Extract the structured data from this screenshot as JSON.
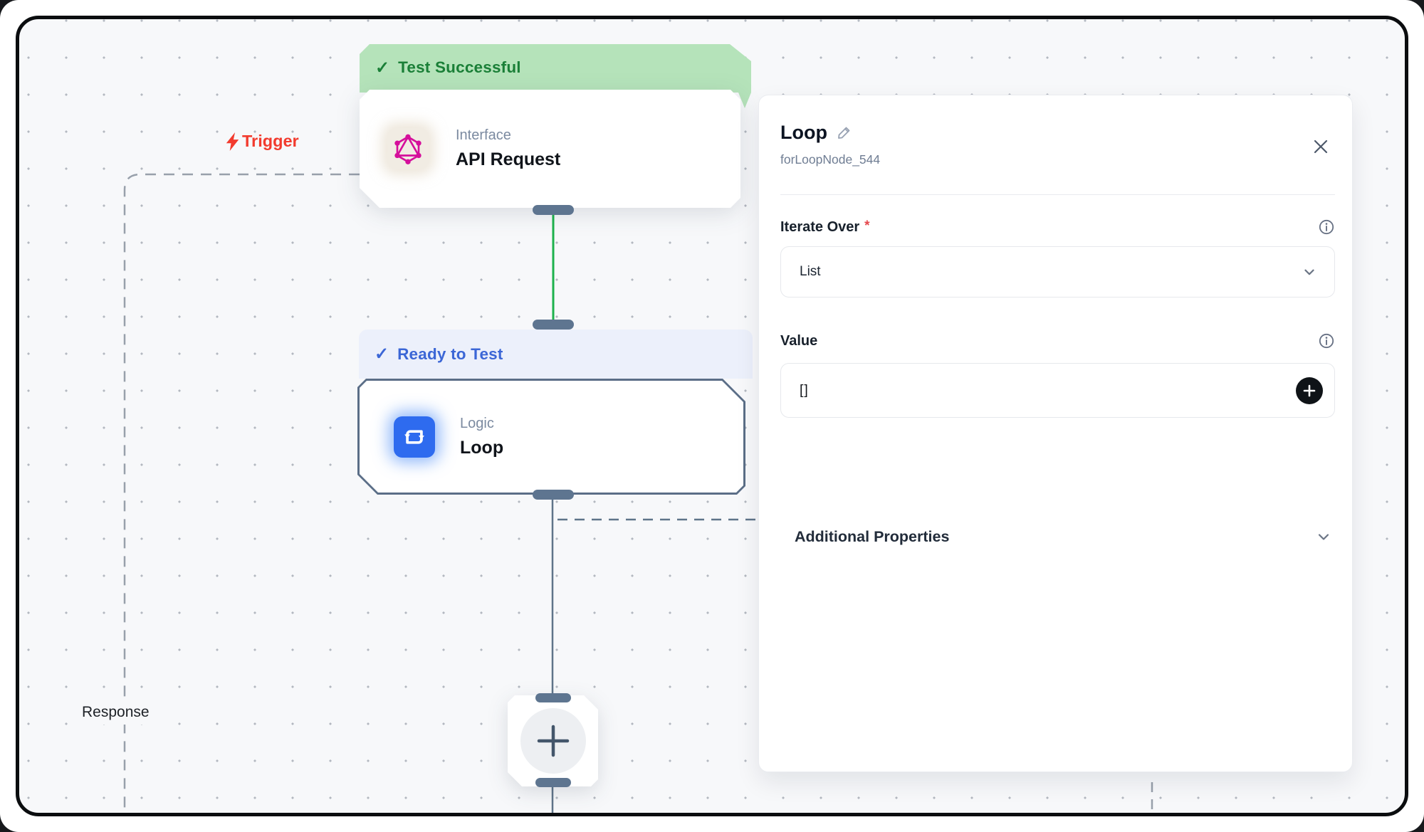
{
  "flow": {
    "trigger_label": "Trigger",
    "response_label": "Response",
    "api_node": {
      "status_banner": "Test Successful",
      "category": "Interface",
      "title": "API Request"
    },
    "loop_node": {
      "status_banner": "Ready to Test",
      "category": "Logic",
      "title": "Loop"
    }
  },
  "panel": {
    "title": "Loop",
    "node_id": "forLoopNode_544",
    "iterate_over": {
      "label": "Iterate Over",
      "required_marker": "*",
      "selected_value": "List"
    },
    "value": {
      "label": "Value",
      "content": "[]"
    },
    "additional_properties": {
      "label": "Additional Properties"
    }
  },
  "icons": {
    "check": "✓",
    "lightning": "lightning-bolt",
    "graphql": "graphql-logo",
    "loop": "loop-arrows",
    "plus": "plus",
    "pencil": "edit-pencil",
    "close": "close-x",
    "info": "info-circle",
    "chevron_down": "chevron-down"
  },
  "colors": {
    "canvas_bg": "#f7f8fa",
    "success_banner_bg": "#b5e3ba",
    "success_text": "#1a7f37",
    "ready_banner_bg": "#ecf0fb",
    "ready_text": "#3b66d6",
    "node_border": "#5b6e87",
    "wire_slate": "#5f7489",
    "wire_green": "#1eb24c",
    "trigger_red": "#f23b2e",
    "loop_icon_blue": "#2e6bef",
    "graphql_pink": "#d50f9b",
    "add_button_black": "#0f1317"
  }
}
